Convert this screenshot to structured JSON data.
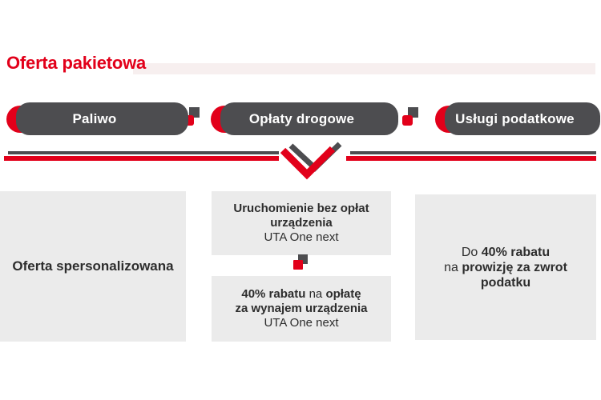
{
  "colors": {
    "brand_red": "#e2001a",
    "charcoal_shadow": "#4d4d50",
    "card_background": "#ebebeb",
    "title_band_pink": "#f7efef",
    "text_dark": "#2d2d2d",
    "pill_text": "#ffffff"
  },
  "header": {
    "title": "Oferta pakietowa"
  },
  "pills": [
    {
      "label": "Paliwo"
    },
    {
      "label": "Opłaty drogowe"
    },
    {
      "label": "Usługi podatkowe"
    }
  ],
  "cards": {
    "left": {
      "lines": [
        [
          {
            "t": "Oferta spersonalizowana",
            "b": true
          }
        ]
      ]
    },
    "middle_top": {
      "lines": [
        [
          {
            "t": "Uruchomienie bez opłat",
            "b": true
          }
        ],
        [
          {
            "t": "urządzenia",
            "b": true
          }
        ],
        [
          {
            "t": "UTA One next",
            "b": false
          }
        ]
      ]
    },
    "middle_bottom": {
      "lines": [
        [
          {
            "t": "40% rabatu",
            "b": true
          },
          {
            "t": " na ",
            "b": false
          },
          {
            "t": "opłatę",
            "b": true
          }
        ],
        [
          {
            "t": "za wynajem urządzenia",
            "b": true
          }
        ],
        [
          {
            "t": "UTA One next",
            "b": false
          }
        ]
      ]
    },
    "right": {
      "lines": [
        [
          {
            "t": "Do ",
            "b": false
          },
          {
            "t": "40% rabatu",
            "b": true
          }
        ],
        [
          {
            "t": "na ",
            "b": false
          },
          {
            "t": "prowizję za zwrot",
            "b": true
          }
        ],
        [
          {
            "t": "podatku",
            "b": true
          }
        ]
      ]
    }
  }
}
